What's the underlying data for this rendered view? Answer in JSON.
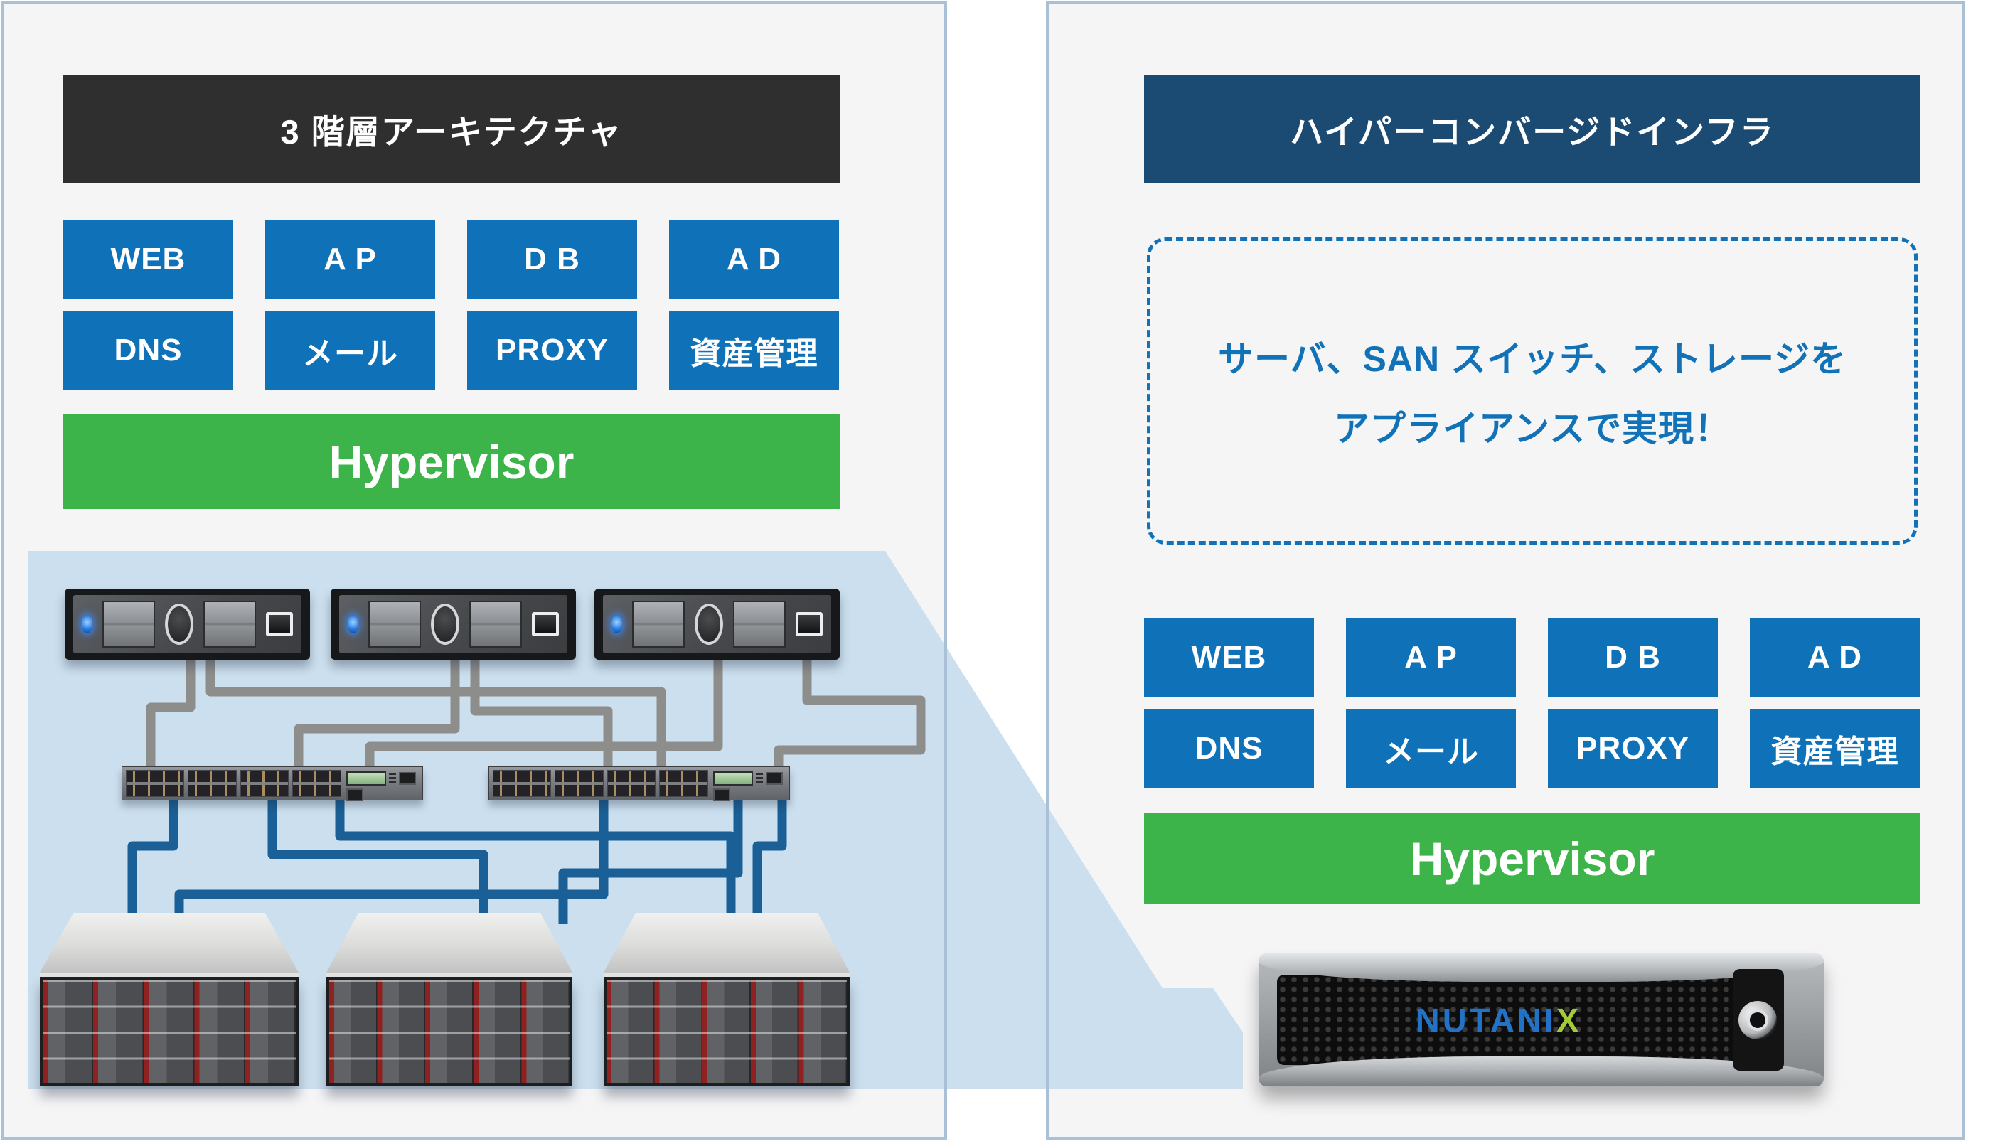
{
  "colors": {
    "service_blue": "#0f72b8",
    "header_dark": "#2f2f2f",
    "header_navy": "#1b4a73",
    "hypervisor_green": "#3db44a",
    "flow_light_blue": "#cbdfee",
    "cable_gray": "#8d8d8b",
    "cable_blue": "#1a5f96",
    "callout_blue": "#1172b8",
    "panel_border": "#a9c0d5"
  },
  "left_panel": {
    "title": "3 階層アーキテクチャ",
    "services": [
      "WEB",
      "A P",
      "D B",
      "A D",
      "DNS",
      "メール",
      "PROXY",
      "資産管理"
    ],
    "hypervisor": "Hypervisor",
    "hardware": {
      "servers_count": "3",
      "san_switches_count": "2",
      "storage_arrays_count": "3"
    }
  },
  "right_panel": {
    "title": "ハイパーコンバージドインフラ",
    "callout_line1": "サーバ、SAN スイッチ、ストレージを",
    "callout_line2": "アプライアンスで実現！",
    "services": [
      "WEB",
      "A P",
      "D B",
      "A D",
      "DNS",
      "メール",
      "PROXY",
      "資産管理"
    ],
    "hypervisor": "Hypervisor",
    "appliance_brand_prefix": "NUTANI",
    "appliance_brand_suffix": "X"
  }
}
